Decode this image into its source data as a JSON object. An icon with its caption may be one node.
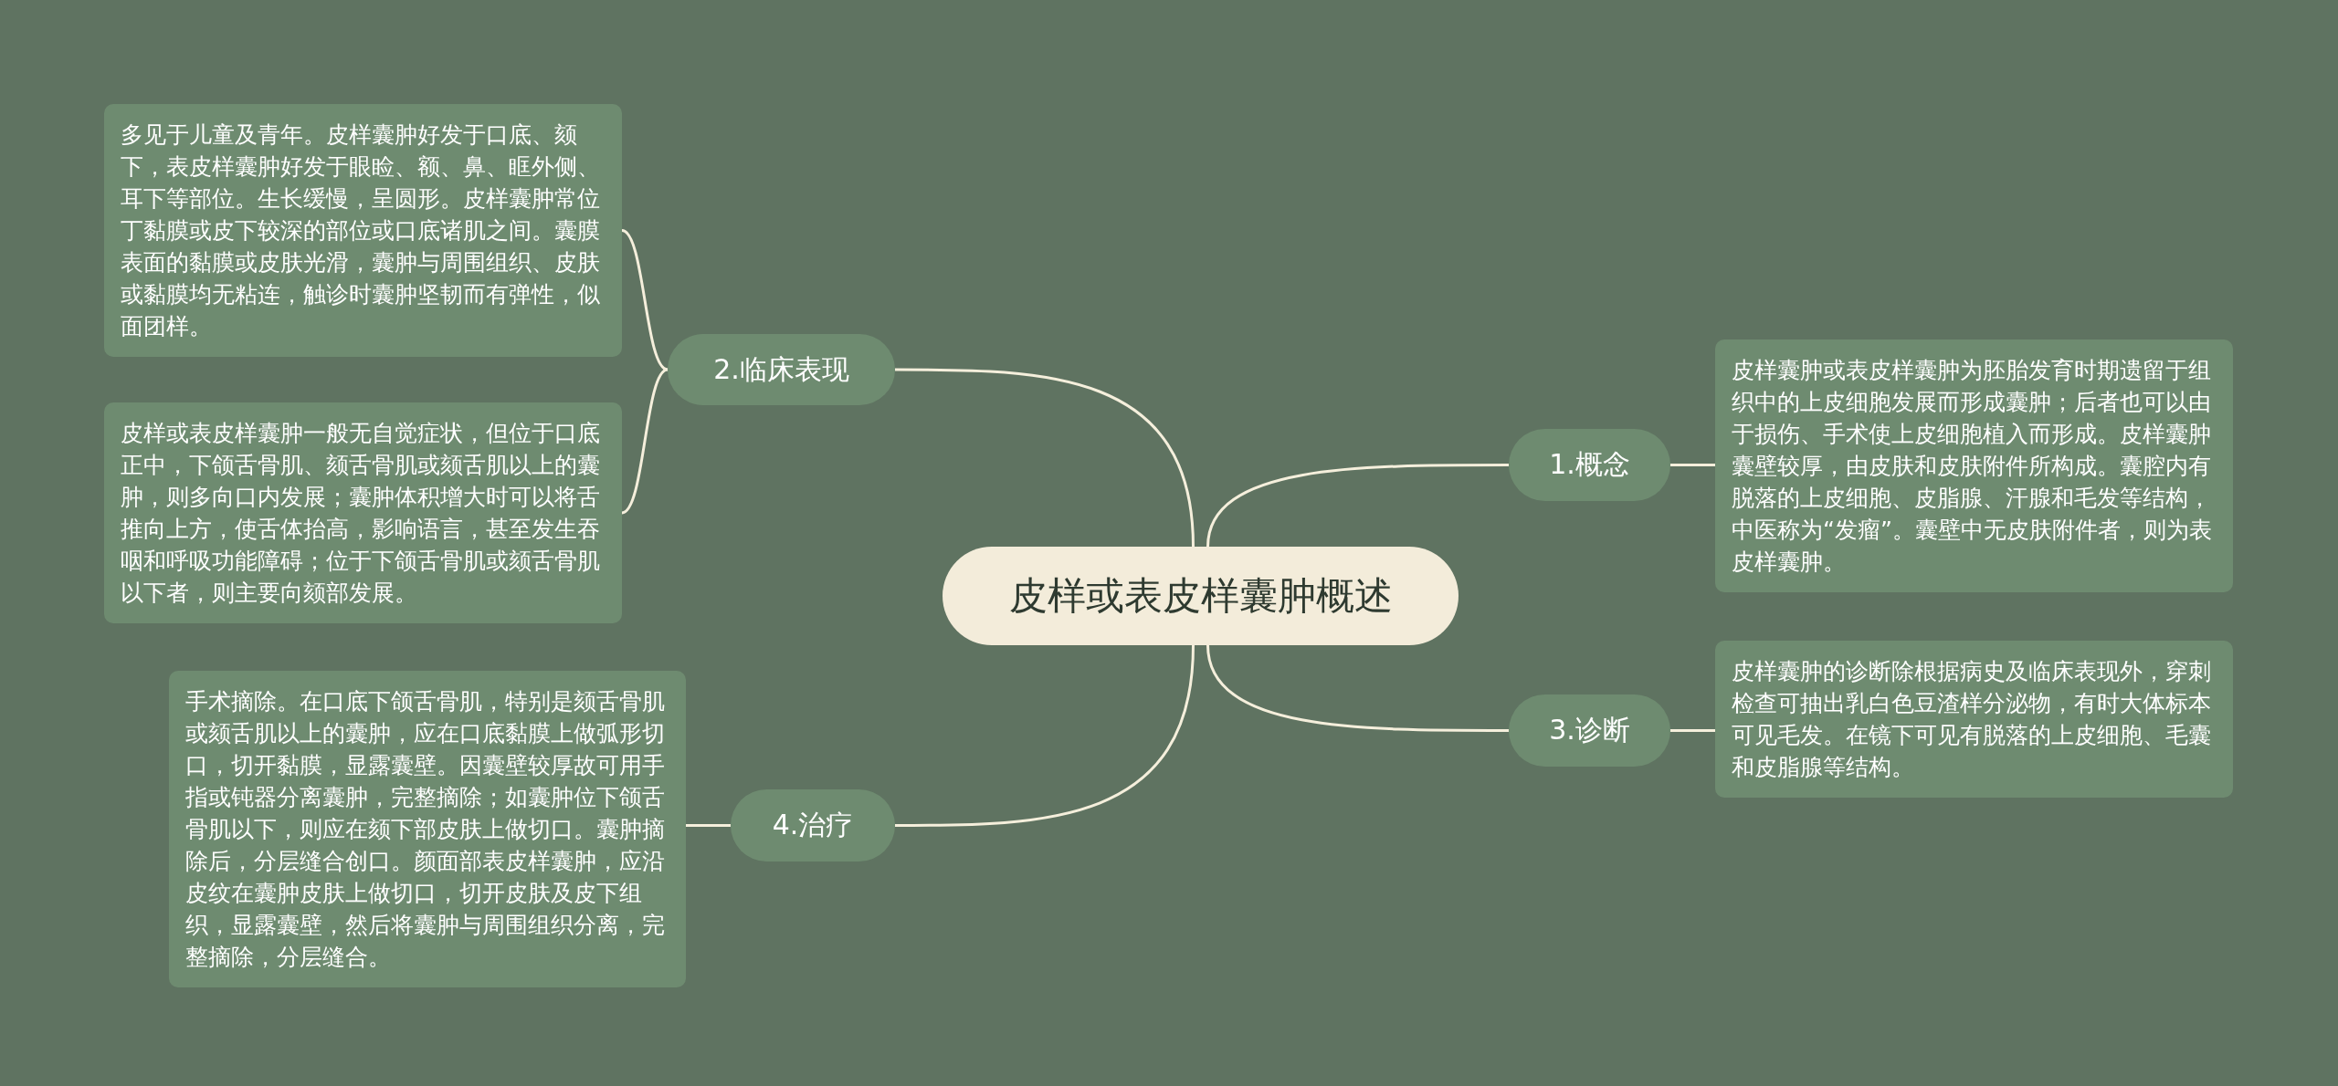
{
  "diagram": {
    "nodes": [
      {
        "text": [
          "皮样或表皮样囊肿概述"
        ]
      },
      {
        "text": [
          "1.概念"
        ]
      },
      {
        "text": [
          "皮样囊肿或表皮样囊肿为胚胎发育时期遗留于组织中的上皮细胞发展而形成囊肿；后者也可以由于损伤、手术使上皮细胞植入而形成。皮样囊肿囊壁较厚，由皮肤和皮肤附件所构成。囊腔内有脱落的上皮细胞、皮脂腺、汗腺和毛发等结构，中医称为“发瘤”。囊壁中无皮肤附件者，则为表皮样囊肿。"
        ]
      },
      {
        "text": [
          "2.临床表现"
        ]
      },
      {
        "text": [
          "多见于儿童及青年。皮样囊肿好发于口底、颏下，表皮样囊肿好发于眼睑、额、鼻、眶外侧、耳下等部位。生长缓慢，呈圆形。皮样囊肿常位丁黏膜或皮下较深的部位或口底诸肌之间。囊膜表面的黏膜或皮肤光滑，囊肿与周围组织、皮肤或黏膜均无粘连，触诊时囊肿坚韧而有弹性，似面团样。"
        ]
      },
      {
        "text": [
          "皮样或表皮样囊肿一般无自觉症状，但位于口底正中，下颌舌骨肌、颏舌骨肌或颏舌肌以上的囊肿，则多向口内发展；囊肿体积增大时可以将舌推向上方，使舌体抬高，影响语言，甚至发生吞咽和呼吸功能障碍；位于下颌舌骨肌或颏舌骨肌以下者，则主要向颏部发展。"
        ]
      },
      {
        "text": [
          "3.诊断"
        ]
      },
      {
        "text": [
          "皮样囊肿的诊断除根据病史及临床表现外，穿刺检查可抽出乳白色豆渣样分泌物，有时大体标本可见毛发。在镜下可见有脱落的上皮细胞、毛囊和皮脂腺等结构。"
        ]
      },
      {
        "text": [
          "4.治疗"
        ]
      },
      {
        "text": [
          "手术摘除。在口底下颌舌骨肌，特别是颏舌骨肌或颏舌肌以上的囊肿，应在口底黏膜上做弧形切口，切开黏膜，显露囊壁。因囊壁较厚故可用手指或钝器分离囊肿，完整摘除；如囊肿位下颌舌骨肌以下，则应在颏下部皮肤上做切口。囊肿摘除后，分层缝合创口。颜面部表皮样囊肿，应沿皮纹在囊肿皮肤上做切口，切开皮肤及皮下组织，显露囊壁，然后将囊肿与周围组织分离，完整摘除，分层缝合。"
        ]
      }
    ],
    "edges": [
      {
        "from": 0,
        "to": 1,
        "arrow": "none"
      },
      {
        "from": 1,
        "to": 2,
        "arrow": "none"
      },
      {
        "from": 0,
        "to": 3,
        "arrow": "none"
      },
      {
        "from": 3,
        "to": 4,
        "arrow": "none"
      },
      {
        "from": 3,
        "to": 5,
        "arrow": "none"
      },
      {
        "from": 0,
        "to": 6,
        "arrow": "none"
      },
      {
        "from": 6,
        "to": 7,
        "arrow": "none"
      },
      {
        "from": 0,
        "to": 8,
        "arrow": "none"
      },
      {
        "from": 8,
        "to": 9,
        "arrow": "none"
      }
    ]
  }
}
